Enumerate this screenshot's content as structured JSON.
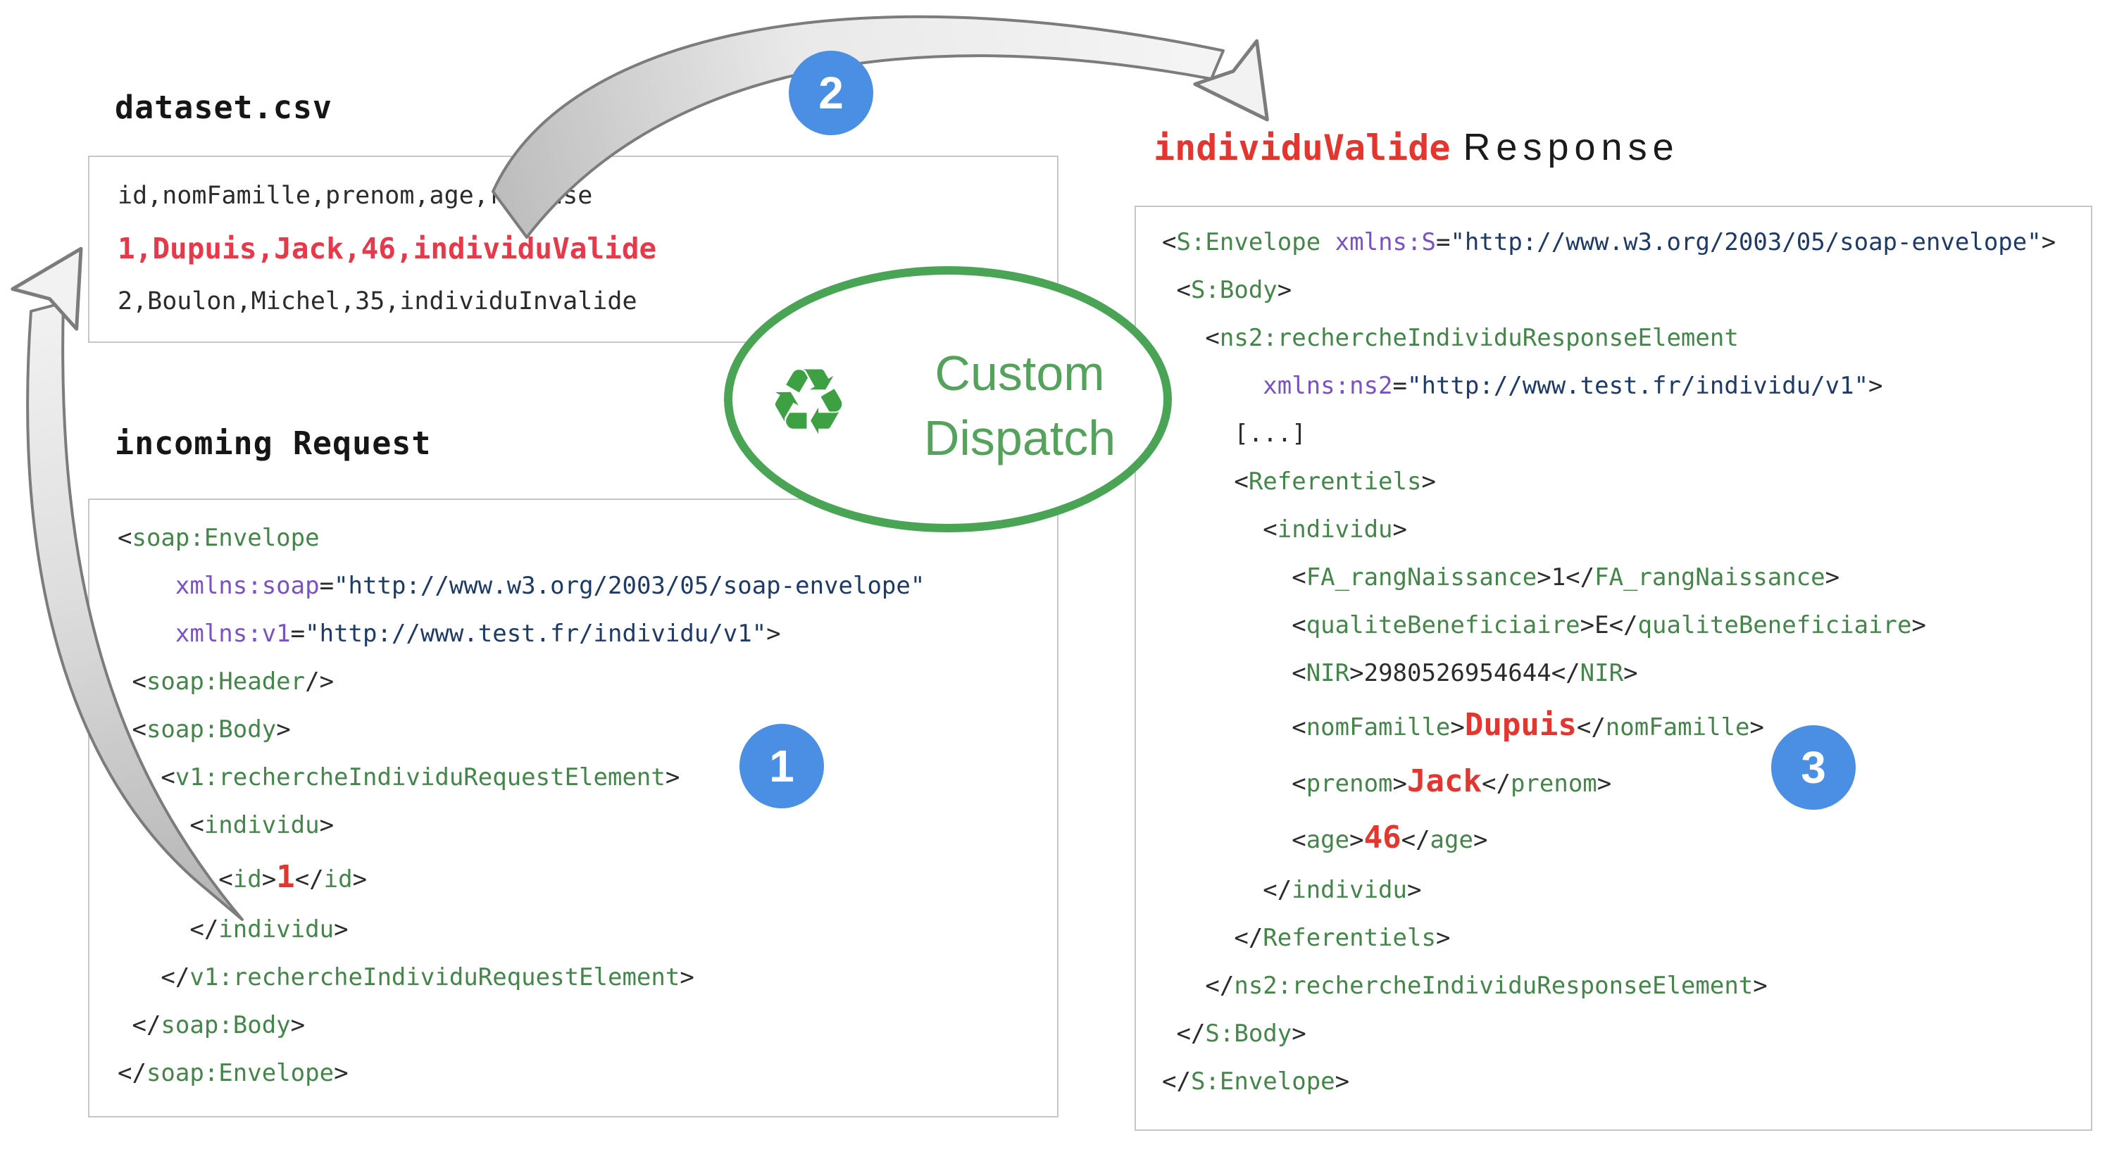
{
  "titles": {
    "dataset": "dataset.csv",
    "request": "incoming Request",
    "response_highlight": "individuValide",
    "response_rest": "Response"
  },
  "dispatch": {
    "line1": "Custom",
    "line2": "Dispatch",
    "icon": "recycle-icon",
    "icon_glyph": "♻"
  },
  "steps": [
    "1",
    "2",
    "3"
  ],
  "dataset_lines": [
    [
      [
        "d",
        "id,nomFamille,prenom,age,reponse"
      ]
    ],
    [
      [
        "cr",
        "1,Dupuis,Jack,46,individuValide"
      ]
    ],
    [
      [
        "d",
        "2,Boulon,Michel,35,individuInvalide"
      ]
    ]
  ],
  "request_lines": [
    [
      [
        "d",
        "<"
      ],
      [
        "g",
        "soap:Envelope"
      ]
    ],
    [
      [
        "d",
        "    "
      ],
      [
        "p",
        "xmlns:soap"
      ],
      [
        "d",
        "="
      ],
      [
        "n",
        "\"http://www.w3.org/2003/05/soap-envelope\""
      ]
    ],
    [
      [
        "d",
        "    "
      ],
      [
        "p",
        "xmlns:v1"
      ],
      [
        "d",
        "="
      ],
      [
        "n",
        "\"http://www.test.fr/individu/v1\""
      ],
      [
        "d",
        ">"
      ]
    ],
    [
      [
        "d",
        " <"
      ],
      [
        "g",
        "soap:Header"
      ],
      [
        "d",
        "/>"
      ]
    ],
    [
      [
        "d",
        " <"
      ],
      [
        "g",
        "soap:Body"
      ],
      [
        "d",
        ">"
      ]
    ],
    [
      [
        "d",
        "   <"
      ],
      [
        "g",
        "v1:rechercheIndividuRequestElement"
      ],
      [
        "d",
        ">"
      ]
    ],
    [
      [
        "d",
        "     <"
      ],
      [
        "g",
        "individu"
      ],
      [
        "d",
        ">"
      ]
    ],
    [
      [
        "d",
        "       <"
      ],
      [
        "g",
        "id"
      ],
      [
        "d",
        ">"
      ],
      [
        "r",
        "1"
      ],
      [
        "d",
        "</"
      ],
      [
        "g",
        "id"
      ],
      [
        "d",
        ">"
      ]
    ],
    [
      [
        "d",
        "     </"
      ],
      [
        "g",
        "individu"
      ],
      [
        "d",
        ">"
      ]
    ],
    [
      [
        "d",
        "   </"
      ],
      [
        "g",
        "v1:rechercheIndividuRequestElement"
      ],
      [
        "d",
        ">"
      ]
    ],
    [
      [
        "d",
        " </"
      ],
      [
        "g",
        "soap:Body"
      ],
      [
        "d",
        ">"
      ]
    ],
    [
      [
        "d",
        "</"
      ],
      [
        "g",
        "soap:Envelope"
      ],
      [
        "d",
        ">"
      ]
    ]
  ],
  "response_lines": [
    [
      [
        "d",
        "<"
      ],
      [
        "g",
        "S:Envelope"
      ],
      [
        "d",
        " "
      ],
      [
        "p",
        "xmlns:S"
      ],
      [
        "d",
        "="
      ],
      [
        "n",
        "\"http://www.w3.org/2003/05/soap-envelope\""
      ],
      [
        "d",
        ">"
      ]
    ],
    [
      [
        "d",
        " <"
      ],
      [
        "g",
        "S:Body"
      ],
      [
        "d",
        ">"
      ]
    ],
    [
      [
        "d",
        "   <"
      ],
      [
        "g",
        "ns2:rechercheIndividuResponseElement"
      ]
    ],
    [
      [
        "d",
        "       "
      ],
      [
        "p",
        "xmlns:ns2"
      ],
      [
        "d",
        "="
      ],
      [
        "n",
        "\"http://www.test.fr/individu/v1\""
      ],
      [
        "d",
        ">"
      ]
    ],
    [
      [
        "d",
        "     [...]"
      ]
    ],
    [
      [
        "d",
        "     <"
      ],
      [
        "g",
        "Referentiels"
      ],
      [
        "d",
        ">"
      ]
    ],
    [
      [
        "d",
        "       <"
      ],
      [
        "g",
        "individu"
      ],
      [
        "d",
        ">"
      ]
    ],
    [
      [
        "d",
        "         <"
      ],
      [
        "g",
        "FA_rangNaissance"
      ],
      [
        "d",
        ">1</"
      ],
      [
        "g",
        "FA_rangNaissance"
      ],
      [
        "d",
        ">"
      ]
    ],
    [
      [
        "d",
        "         <"
      ],
      [
        "g",
        "qualiteBeneficiaire"
      ],
      [
        "d",
        ">E</"
      ],
      [
        "g",
        "qualiteBeneficiaire"
      ],
      [
        "d",
        ">"
      ]
    ],
    [
      [
        "d",
        "         <"
      ],
      [
        "g",
        "NIR"
      ],
      [
        "d",
        ">2980526954644</"
      ],
      [
        "g",
        "NIR"
      ],
      [
        "d",
        ">"
      ]
    ],
    [
      [
        "d",
        "         <"
      ],
      [
        "g",
        "nomFamille"
      ],
      [
        "d",
        ">"
      ],
      [
        "r",
        "Dupuis"
      ],
      [
        "d",
        "</"
      ],
      [
        "g",
        "nomFamille"
      ],
      [
        "d",
        ">"
      ]
    ],
    [
      [
        "d",
        "         <"
      ],
      [
        "g",
        "prenom"
      ],
      [
        "d",
        ">"
      ],
      [
        "r",
        "Jack"
      ],
      [
        "d",
        "</"
      ],
      [
        "g",
        "prenom"
      ],
      [
        "d",
        ">"
      ]
    ],
    [
      [
        "d",
        "         <"
      ],
      [
        "g",
        "age"
      ],
      [
        "d",
        ">"
      ],
      [
        "r",
        "46"
      ],
      [
        "d",
        "</"
      ],
      [
        "g",
        "age"
      ],
      [
        "d",
        ">"
      ]
    ],
    [
      [
        "d",
        "       </"
      ],
      [
        "g",
        "individu"
      ],
      [
        "d",
        ">"
      ]
    ],
    [
      [
        "d",
        "     </"
      ],
      [
        "g",
        "Referentiels"
      ],
      [
        "d",
        ">"
      ]
    ],
    [
      [
        "d",
        "   </"
      ],
      [
        "g",
        "ns2:rechercheIndividuResponseElement"
      ],
      [
        "d",
        ">"
      ]
    ],
    [
      [
        "d",
        " </"
      ],
      [
        "g",
        "S:Body"
      ],
      [
        "d",
        ">"
      ]
    ],
    [
      [
        "d",
        "</"
      ],
      [
        "g",
        "S:Envelope"
      ],
      [
        "d",
        ">"
      ]
    ]
  ],
  "colors": {
    "step_badge_blue": "#4a8fe3",
    "ellipse_green": "#4aa455",
    "dispatch_text_green": "#55a25c",
    "xml_tag_green": "#44864a",
    "xml_attr_purple": "#7a52c4",
    "xml_value_navy": "#1e3a66",
    "code_text_dark": "#2b2b2b",
    "highlight_red": "#e5352f",
    "csv_highlight_red": "#e8394b",
    "arrow_gray": "#7c7c7c",
    "box_border_gray": "#c6c6c6"
  }
}
